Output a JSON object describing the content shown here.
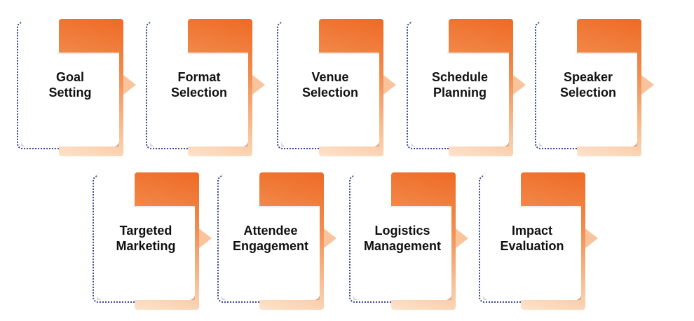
{
  "colors": {
    "accent_orange": "#ee6a24",
    "accent_light": "#fde3cc",
    "dotted_outline": "#3a4690",
    "card": "#ffffff",
    "text": "#111111"
  },
  "steps": [
    {
      "line1": "Goal",
      "line2": "Setting"
    },
    {
      "line1": "Format",
      "line2": "Selection"
    },
    {
      "line1": "Venue",
      "line2": "Selection"
    },
    {
      "line1": "Schedule",
      "line2": "Planning"
    },
    {
      "line1": "Speaker",
      "line2": "Selection"
    },
    {
      "line1": "Targeted",
      "line2": "Marketing"
    },
    {
      "line1": "Attendee",
      "line2": "Engagement"
    },
    {
      "line1": "Logistics",
      "line2": "Management"
    },
    {
      "line1": "Impact",
      "line2": "Evaluation"
    }
  ]
}
